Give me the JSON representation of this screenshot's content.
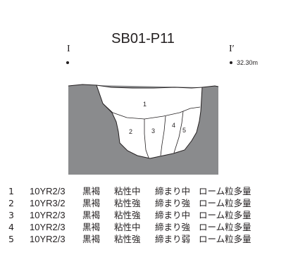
{
  "figure": {
    "title": "SB01-P11",
    "marker_left": "I",
    "marker_right": "I′",
    "elevation": "32.30m"
  },
  "layers": [
    {
      "no": "1",
      "color": "10YR2/3",
      "hue": "黒褐",
      "viscosity": "粘性中",
      "compaction": "締まり中",
      "inclusion": "ローム粒多量"
    },
    {
      "no": "2",
      "color": "10YR3/2",
      "hue": "黒褐",
      "viscosity": "粘性強",
      "compaction": "締まり強",
      "inclusion": "ローム粒多量"
    },
    {
      "no": "3",
      "color": "10YR2/3",
      "hue": "黒褐",
      "viscosity": "粘性強",
      "compaction": "締まり中",
      "inclusion": "ローム粒多量"
    },
    {
      "no": "4",
      "color": "10YR2/3",
      "hue": "黒褐",
      "viscosity": "粘性中",
      "compaction": "締まり強",
      "inclusion": "ローム粒多量"
    },
    {
      "no": "5",
      "color": "10YR2/3",
      "hue": "黒褐",
      "viscosity": "粘性強",
      "compaction": "締まり弱",
      "inclusion": "ローム粒多量"
    }
  ],
  "colors": {
    "ground": "#8a8b8d",
    "fill": "#ffffff",
    "line": "#231f20"
  }
}
